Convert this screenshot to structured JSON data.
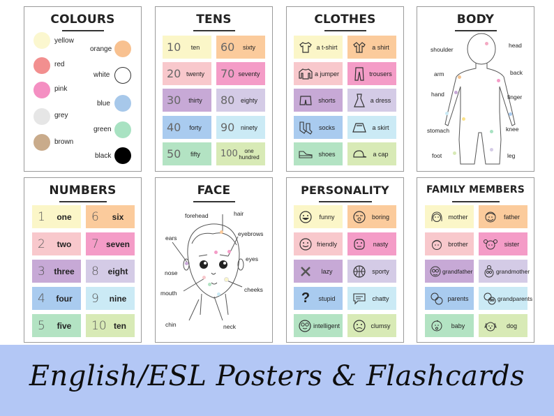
{
  "colours": {
    "title": "COLOURS",
    "items": [
      {
        "label": "yellow",
        "color": "#fbf7cf"
      },
      {
        "label": "red",
        "color": "#f28f8f"
      },
      {
        "label": "pink",
        "color": "#f48fc2"
      },
      {
        "label": "grey",
        "color": "#e6e6e6"
      },
      {
        "label": "brown",
        "color": "#c9ab8b"
      },
      {
        "label": "orange",
        "color": "#f8c190"
      },
      {
        "label": "white",
        "color": "#ffffff"
      },
      {
        "label": "blue",
        "color": "#a7c8ea"
      },
      {
        "label": "green",
        "color": "#a8e2c2"
      },
      {
        "label": "black",
        "color": "#000000"
      }
    ]
  },
  "tens": {
    "title": "TENS",
    "items": [
      {
        "num": "10",
        "word": "ten",
        "color": "#fbf6c8"
      },
      {
        "num": "20",
        "word": "twenty",
        "color": "#f8c8cc"
      },
      {
        "num": "30",
        "word": "thirty",
        "color": "#c7a9d6"
      },
      {
        "num": "40",
        "word": "forty",
        "color": "#a9cbef"
      },
      {
        "num": "50",
        "word": "fifty",
        "color": "#b3e3c3"
      },
      {
        "num": "60",
        "word": "sixty",
        "color": "#fbcb9c"
      },
      {
        "num": "70",
        "word": "seventy",
        "color": "#f49cc7"
      },
      {
        "num": "80",
        "word": "eighty",
        "color": "#d4cbe6"
      },
      {
        "num": "90",
        "word": "ninety",
        "color": "#cbeaf5"
      },
      {
        "num": "100",
        "word": "one hundred",
        "color": "#d8eab6"
      }
    ]
  },
  "clothes": {
    "title": "CLOTHES",
    "items": [
      {
        "label": "a t-shirt",
        "color": "#fbf6c8",
        "icon": "t-shirt-icon"
      },
      {
        "label": "a jumper",
        "color": "#f8c8cc",
        "icon": "jumper-icon"
      },
      {
        "label": "shorts",
        "color": "#c7a9d6",
        "icon": "shorts-icon"
      },
      {
        "label": "socks",
        "color": "#a9cbef",
        "icon": "socks-icon"
      },
      {
        "label": "shoes",
        "color": "#b3e3c3",
        "icon": "shoes-icon"
      },
      {
        "label": "a shirt",
        "color": "#fbcb9c",
        "icon": "shirt-icon"
      },
      {
        "label": "trousers",
        "color": "#f49cc7",
        "icon": "trousers-icon"
      },
      {
        "label": "a dress",
        "color": "#d4cbe6",
        "icon": "dress-icon"
      },
      {
        "label": "a skirt",
        "color": "#cbeaf5",
        "icon": "skirt-icon"
      },
      {
        "label": "a cap",
        "color": "#d8eab6",
        "icon": "cap-icon"
      }
    ]
  },
  "body": {
    "title": "BODY",
    "labels": [
      "shoulder",
      "head",
      "arm",
      "back",
      "hand",
      "finger",
      "stomach",
      "knee",
      "foot",
      "leg"
    ]
  },
  "numbers": {
    "title": "NUMBERS",
    "items": [
      {
        "num": "1",
        "word": "one",
        "color": "#fbf6c8"
      },
      {
        "num": "2",
        "word": "two",
        "color": "#f8c8cc"
      },
      {
        "num": "3",
        "word": "three",
        "color": "#c7a9d6"
      },
      {
        "num": "4",
        "word": "four",
        "color": "#a9cbef"
      },
      {
        "num": "5",
        "word": "five",
        "color": "#b3e3c3"
      },
      {
        "num": "6",
        "word": "six",
        "color": "#fbcb9c"
      },
      {
        "num": "7",
        "word": "seven",
        "color": "#f49cc7"
      },
      {
        "num": "8",
        "word": "eight",
        "color": "#d4cbe6"
      },
      {
        "num": "9",
        "word": "nine",
        "color": "#cbeaf5"
      },
      {
        "num": "10",
        "word": "ten",
        "color": "#d8eab6"
      }
    ]
  },
  "face": {
    "title": "FACE",
    "labels": [
      "forehead",
      "hair",
      "ears",
      "eyebrows",
      "eyes",
      "nose",
      "mouth",
      "cheeks",
      "chin",
      "neck"
    ]
  },
  "personality": {
    "title": "PERSONALITY",
    "items": [
      {
        "label": "funny",
        "color": "#fbf6c8",
        "icon": "funny-face-icon"
      },
      {
        "label": "friendly",
        "color": "#f8c8cc",
        "icon": "friendly-face-icon"
      },
      {
        "label": "lazy",
        "color": "#c7a9d6",
        "icon": "cross-icon"
      },
      {
        "label": "stupid",
        "color": "#a9cbef",
        "icon": "question-mark-icon"
      },
      {
        "label": "intelligent",
        "color": "#b3e3c3",
        "icon": "glasses-face-icon"
      },
      {
        "label": "boring",
        "color": "#fbcb9c",
        "icon": "boring-face-icon"
      },
      {
        "label": "nasty",
        "color": "#f49cc7",
        "icon": "nasty-face-icon"
      },
      {
        "label": "sporty",
        "color": "#d4cbe6",
        "icon": "ball-icon"
      },
      {
        "label": "chatty",
        "color": "#cbeaf5",
        "icon": "speech-bubble-icon"
      },
      {
        "label": "clumsy",
        "color": "#d8eab6",
        "icon": "clumsy-face-icon"
      }
    ]
  },
  "family": {
    "title": "FAMILY MEMBERS",
    "items": [
      {
        "label": "mother",
        "color": "#fbf6c8"
      },
      {
        "label": "brother",
        "color": "#f8c8cc"
      },
      {
        "label": "grandfather",
        "color": "#c7a9d6"
      },
      {
        "label": "parents",
        "color": "#a9cbef"
      },
      {
        "label": "baby",
        "color": "#b3e3c3"
      },
      {
        "label": "father",
        "color": "#fbcb9c"
      },
      {
        "label": "sister",
        "color": "#f49cc7"
      },
      {
        "label": "grandmother",
        "color": "#d4cbe6"
      },
      {
        "label": "grandparents",
        "color": "#cbeaf5"
      },
      {
        "label": "dog",
        "color": "#d8eab6"
      }
    ]
  },
  "banner": {
    "text": "English/ESL Posters & Flashcards",
    "color": "#b3c7f5"
  }
}
